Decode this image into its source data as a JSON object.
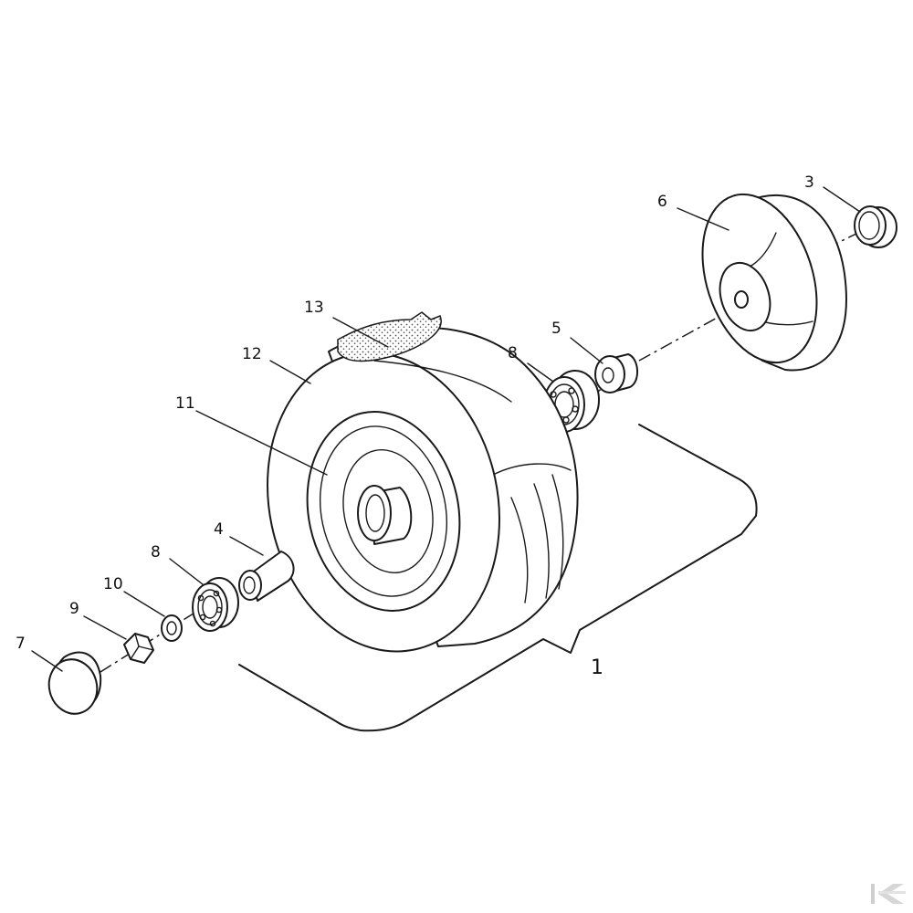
{
  "diagram": {
    "callouts": {
      "c1": "1",
      "c3": "3",
      "c4": "4",
      "c5": "5",
      "c6": "6",
      "c7": "7",
      "c8a": "8",
      "c8b": "8",
      "c9": "9",
      "c10": "10",
      "c11": "11",
      "c12": "12",
      "c13": "13"
    },
    "colors": {
      "line": "#1a1a1a",
      "background": "#ffffff",
      "tread_stipple": "#555555"
    },
    "logo_icon": "brand-k-logo-icon"
  }
}
